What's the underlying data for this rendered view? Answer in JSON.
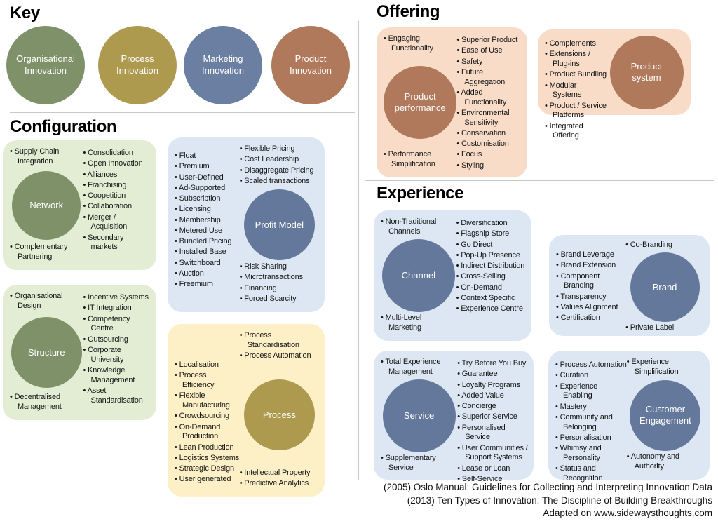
{
  "titles": {
    "key": "Key",
    "configuration": "Configuration",
    "offering": "Offering",
    "experience": "Experience"
  },
  "key_legend": [
    {
      "label": "Organisational Innovation",
      "color": "#7E9168"
    },
    {
      "label": "Process Innovation",
      "color": "#AD9A4F"
    },
    {
      "label": "Marketing Innovation",
      "color": "#6B7FA3"
    },
    {
      "label": "Product Innovation",
      "color": "#B0795B"
    }
  ],
  "boxes": {
    "network": {
      "bg": "#E2EDD4",
      "circle": {
        "label": "Network",
        "color": "#7E9168"
      },
      "left_top": [
        "Supply Chain Integration"
      ],
      "left_bottom": [
        "Complementary Partnering"
      ],
      "right": [
        "Consolidation",
        "Open Innovation",
        "Alliances",
        "Franchising",
        "Coopetition",
        "Collaboration",
        "Merger / Acquisition",
        "Secondary markets"
      ]
    },
    "structure": {
      "bg": "#E2EDD4",
      "circle": {
        "label": "Structure",
        "color": "#7E9168"
      },
      "left_top": [
        "Organisational Design"
      ],
      "left_bottom": [
        "Decentralised Management"
      ],
      "right": [
        "Incentive Systems",
        "IT Integration",
        "Competency Centre",
        "Outsourcing",
        "Corporate University",
        "Knowledge Management",
        "Asset Standardisation"
      ]
    },
    "profit_model": {
      "bg": "#DCE7F3",
      "circle": {
        "label": "Profit Model",
        "color": "#64789C"
      },
      "left": [
        "Float",
        "Premium",
        "User-Defined",
        "Ad-Supported",
        "Subscription",
        "Licensing",
        "Membership",
        "Metered Use",
        "Bundled Pricing",
        "Installed Base",
        "Switchboard",
        "Auction",
        "Freemium"
      ],
      "right_top": [
        "Flexible Pricing",
        "Cost Leadership",
        "Disaggregate Pricing",
        "Scaled transactions"
      ],
      "right_bottom": [
        "Risk Sharing",
        "Microtransactions",
        "Financing",
        "Forced Scarcity"
      ]
    },
    "process": {
      "bg": "#FDF0C6",
      "circle": {
        "label": "Process",
        "color": "#AD9A4F"
      },
      "left": [
        "Localisation",
        "Process Efficiency",
        "Flexible Manufacturing",
        "Crowdsourcing",
        "On-Demand Production",
        "Lean Production",
        "Logistics Systems",
        "Strategic Design",
        "User generated"
      ],
      "right_top": [
        "Process Standardisation",
        "Process Automation"
      ],
      "right_bottom": [
        "Intellectual Property",
        "Predictive Analytics"
      ]
    },
    "product_performance": {
      "bg": "#F8DCC8",
      "circle": {
        "label": "Product performance",
        "color": "#B0795B"
      },
      "left_top": [
        "Engaging Functionality"
      ],
      "left_bottom": [
        "Performance Simplification"
      ],
      "right": [
        "Superior Product",
        "Ease of Use",
        "Safety",
        "Future Aggregation",
        "Added Functionality",
        "Environmental Sensitivity",
        "Conservation",
        "Customisation",
        "Focus",
        "Styling"
      ]
    },
    "product_system": {
      "bg": "#F8DCC8",
      "circle": {
        "label": "Product system",
        "color": "#B0795B"
      },
      "left": [
        "Complements",
        "Extensions / Plug-ins",
        "Product Bundling",
        "Modular Systems",
        "Product / Service Platforms",
        "Integrated Offering"
      ]
    },
    "channel": {
      "bg": "#DCE7F3",
      "circle": {
        "label": "Channel",
        "color": "#64789C"
      },
      "left_top": [
        "Non-Traditional Channels"
      ],
      "left_bottom": [
        "Multi-Level Marketing"
      ],
      "right": [
        "Diversification",
        "Flagship Store",
        "Go Direct",
        "Pop-Up Presence",
        "Indirect Distribution",
        "Cross-Selling",
        "On-Demand",
        "Context Specific",
        "Experience Centre"
      ]
    },
    "brand": {
      "bg": "#DCE7F3",
      "circle": {
        "label": "Brand",
        "color": "#64789C"
      },
      "left": [
        "Brand Leverage",
        "Brand Extension",
        "Component Branding",
        "Transparency",
        "Values Alignment",
        "Certification"
      ],
      "right_top": [
        "Co-Branding"
      ],
      "right_bottom": [
        "Private Label"
      ]
    },
    "service": {
      "bg": "#DCE7F3",
      "circle": {
        "label": "Service",
        "color": "#64789C"
      },
      "left_top": [
        "Total Experience Management"
      ],
      "left_bottom": [
        "Supplementary Service"
      ],
      "right": [
        "Try Before You Buy",
        "Guarantee",
        "Loyalty Programs",
        "Added Value",
        "Concierge",
        "Superior Service",
        "Personalised Service",
        "User Communities / Support Systems",
        "Lease or Loan",
        "Self-Service"
      ]
    },
    "customer_engagement": {
      "bg": "#DCE7F3",
      "circle": {
        "label": "Customer Engagement",
        "color": "#64789C"
      },
      "left": [
        "Process Automation",
        "Curation",
        "Experience Enabling",
        "Mastery",
        "Community and Belonging",
        "Personalisation",
        "Whimsy and Personality",
        "Status and Recognition"
      ],
      "right_top": [
        "Experience Simplification"
      ],
      "right_bottom": [
        "Autonomy and Authority"
      ]
    }
  },
  "footer": {
    "lines": [
      "(2005) Oslo Manual: Guidelines for Collecting and Interpreting Innovation Data",
      "(2013) Ten Types of Innovation: The Discipline of Building Breakthroughs",
      "Adapted on www.sidewaysthoughts.com"
    ]
  }
}
